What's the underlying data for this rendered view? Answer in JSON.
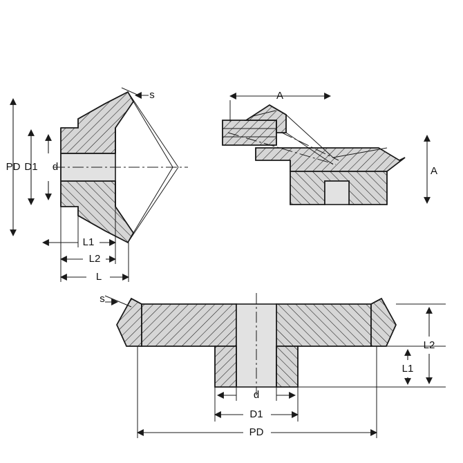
{
  "diagram": {
    "title": "Bevel gear pair technical dimension drawing",
    "background_color": "#ffffff",
    "line_color": "#1a1a1a",
    "hatch_fill_color": "#d6d6d6",
    "views": [
      {
        "name": "left-side-section-view",
        "labels": [
          "s",
          "PD",
          "D1",
          "d",
          "L1",
          "L2",
          "L"
        ]
      },
      {
        "name": "top-right-mating-pair-view",
        "labels": [
          "A",
          "A"
        ]
      },
      {
        "name": "bottom-plan-section-view",
        "labels": [
          "s",
          "L2",
          "L1",
          "d",
          "D1",
          "PD"
        ]
      }
    ],
    "dimension_labels": {
      "s_1": "s",
      "pd_left": "PD",
      "d1_left": "D1",
      "d_left": "d",
      "l1_left": "L1",
      "l2_left": "L2",
      "l_left": "L",
      "a_top": "A",
      "a_right": "A",
      "s_bottom": "s",
      "l2_bottom": "L2",
      "l1_bottom": "L1",
      "d_bottom": "d",
      "d1_bottom": "D1",
      "pd_bottom": "PD"
    }
  }
}
